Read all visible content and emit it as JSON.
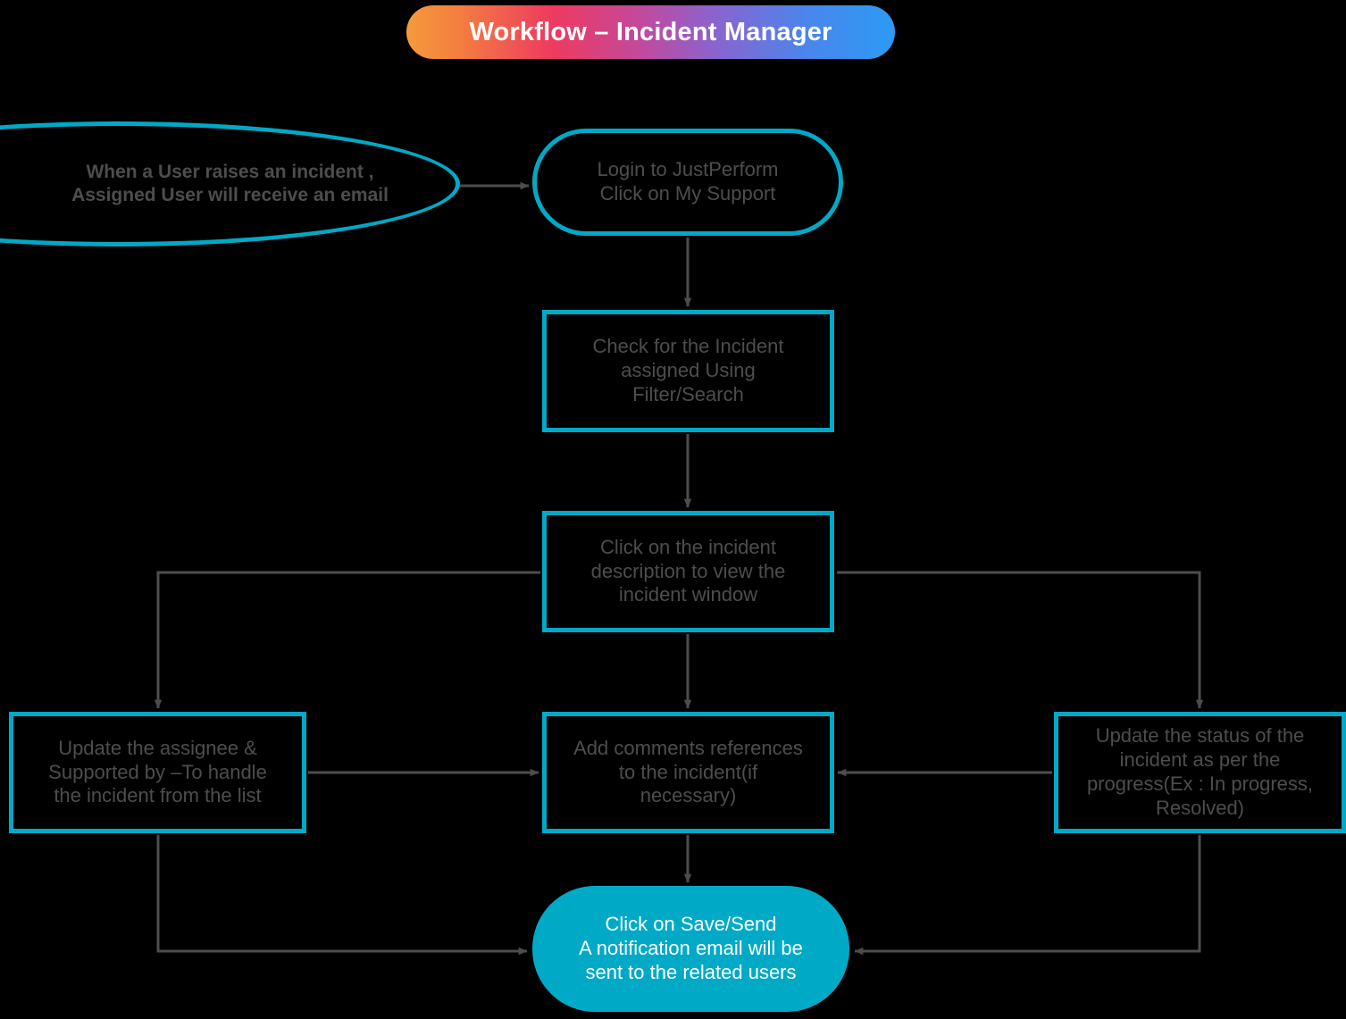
{
  "title": {
    "text": "Workflow – Incident Manager",
    "gradient_from": "#F59A3C",
    "gradient_mid": "#EE3A5F",
    "gradient_to": "#2B9BF4",
    "text_color": "#FFFFFF"
  },
  "theme": {
    "background": "#000000",
    "node_border": "#00A9C6",
    "node_fill_accent": "#00AAC6",
    "node_text": "#4D4D4D",
    "node_text_on_accent": "#FFFFFF",
    "connector": "#4D4D4D"
  },
  "nodes": [
    {
      "id": "trigger",
      "shape": "ellipse",
      "text": "When a User raises an incident ,\nAssigned User will receive an email"
    },
    {
      "id": "login",
      "shape": "stadium",
      "text": "Login to JustPerform\nClick on My Support"
    },
    {
      "id": "check",
      "shape": "rectangle",
      "text": "Check for the Incident\nassigned Using\nFilter/Search"
    },
    {
      "id": "click",
      "shape": "rectangle",
      "text": "Click on the incident\ndescription to view the\nincident window"
    },
    {
      "id": "assignee",
      "shape": "rectangle",
      "text": "Update the assignee &\nSupported by –To handle\nthe incident from the list"
    },
    {
      "id": "comments",
      "shape": "rectangle",
      "text": "Add comments references\nto the incident(if\nnecessary)"
    },
    {
      "id": "status",
      "shape": "rectangle",
      "text": "Update the status of the\nincident as per the\nprogress(Ex : In progress,\nResolved)"
    },
    {
      "id": "save",
      "shape": "stadium-filled",
      "text": "Click on Save/Send\nA notification email will be\nsent to the related users"
    }
  ],
  "edges": [
    {
      "from": "trigger",
      "to": "login",
      "label": ""
    },
    {
      "from": "login",
      "to": "check",
      "label": ""
    },
    {
      "from": "check",
      "to": "click",
      "label": ""
    },
    {
      "from": "click",
      "to": "assignee",
      "label": ""
    },
    {
      "from": "click",
      "to": "comments",
      "label": ""
    },
    {
      "from": "click",
      "to": "status",
      "label": ""
    },
    {
      "from": "assignee",
      "to": "comments",
      "label": ""
    },
    {
      "from": "status",
      "to": "comments",
      "label": ""
    },
    {
      "from": "comments",
      "to": "save",
      "label": ""
    },
    {
      "from": "assignee",
      "to": "save",
      "label": ""
    },
    {
      "from": "status",
      "to": "save",
      "label": ""
    }
  ]
}
